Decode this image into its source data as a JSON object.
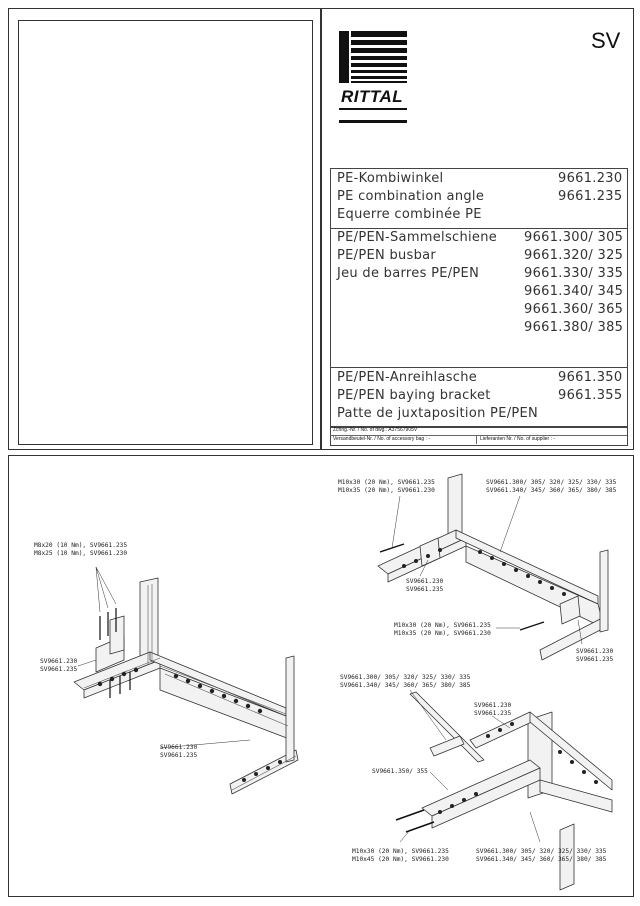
{
  "header": {
    "lang_code": "SV",
    "logo_text": "RITTAL"
  },
  "products": {
    "kombiwinkel": {
      "names": [
        "PE-Kombiwinkel",
        "PE combination angle",
        "Equerre combinée PE"
      ],
      "numbers": [
        "9661.230",
        "9661.235"
      ]
    },
    "busbar": {
      "names": [
        "PE/PEN-Sammelschiene",
        "PE/PEN busbar",
        "Jeu de barres PE/PEN"
      ],
      "numbers": [
        "9661.300/ 305",
        "9661.320/ 325",
        "9661.330/ 335",
        "9661.340/ 345",
        "9661.360/ 365",
        "9661.380/ 385"
      ]
    },
    "bracket": {
      "names": [
        "PE/PEN-Anreihlasche",
        "PE/PEN baying bracket",
        "Patte de juxtaposition PE/PEN"
      ],
      "numbers": [
        "9661.350",
        "9661.355"
      ]
    }
  },
  "footer": {
    "drawing_no": "Zchng.-Nr. / No. of dwg.: A37567905V",
    "accessory_bag": "Versandbeutel-Nr. / No. of accessory bag : -",
    "supplier_no": "Lieferanten Nr. / No. of supplier : -"
  },
  "drawing_labels": {
    "left_screws": [
      "M8x20 (10 Nm), SV9661.235",
      "M8x25 (10 Nm), SV9661.230"
    ],
    "left_angle_top": [
      "SV9661.230",
      "SV9661.235"
    ],
    "left_angle_bottom": [
      "SV9661.230",
      "SV9661.235"
    ],
    "tr_screws": [
      "M10x30 (20 Nm), SV9661.235",
      "M10x35 (20 Nm), SV9661.230"
    ],
    "tr_busbar": [
      "SV9661.300/ 305/ 320/ 325/ 330/ 335",
      "SV9661.340/ 345/ 360/ 365/ 380/ 385"
    ],
    "tr_angle_mid": [
      "SV9661.230",
      "SV9661.235"
    ],
    "tr_screws2": [
      "M10x30 (20 Nm), SV9661.235",
      "M10x35 (20 Nm), SV9661.230"
    ],
    "tr_angle_right": [
      "SV9661.230",
      "SV9661.235"
    ],
    "br_busbar": [
      "SV9661.300/ 305/ 320/ 325/ 330/ 335",
      "SV9661.340/ 345/ 360/ 365/ 380/ 385"
    ],
    "br_angle": [
      "SV9661.230",
      "SV9661.235"
    ],
    "br_bracket": [
      "SV9661.350/ 355"
    ],
    "br_screws": [
      "M10x30 (20 Nm), SV9661.235",
      "M10x45 (20 Nm), SV9661.230"
    ],
    "br_busbar_bottom": [
      "SV9661.300/ 305/ 320/ 325/ 330/ 335",
      "SV9661.340/ 345/ 360/ 365/ 380/ 385"
    ]
  }
}
